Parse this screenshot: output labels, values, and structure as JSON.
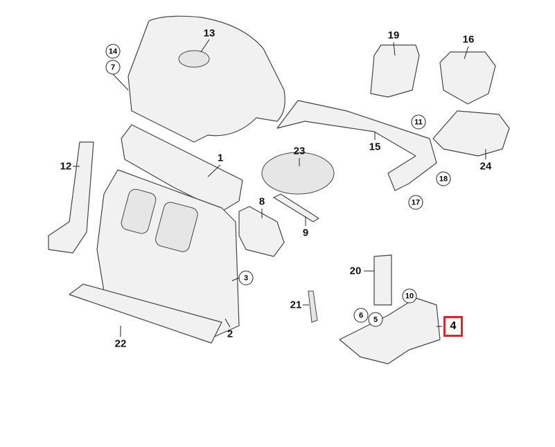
{
  "diagram": {
    "highlight_color": "#e0242b",
    "labels": {
      "p1": "1",
      "p2": "2",
      "p3": "3",
      "p4": "4",
      "p5": "5",
      "p6": "6",
      "p7": "7",
      "p8": "8",
      "p9": "9",
      "p10": "10",
      "p11": "11",
      "p12": "12",
      "p13": "13",
      "p14": "14",
      "p15": "15",
      "p16": "16",
      "p17": "17",
      "p18": "18",
      "p19": "19",
      "p20": "20",
      "p21": "21",
      "p22": "22",
      "p23": "23",
      "p24": "24"
    },
    "highlighted_part": "4"
  }
}
